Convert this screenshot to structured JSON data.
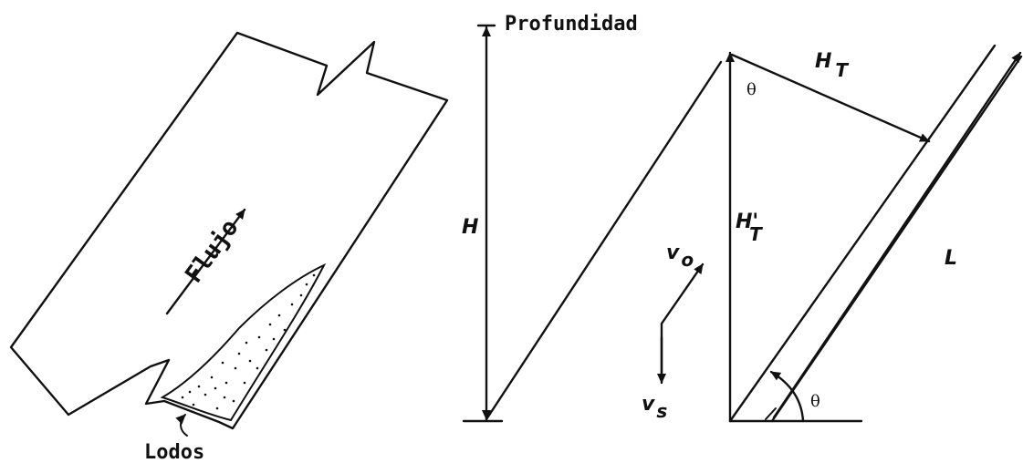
{
  "labels": {
    "profundidad": "Profundidad",
    "flujo": "Flujo",
    "lodos": "Lodos",
    "h": "H",
    "h_t": "H",
    "h_t_sub": "T",
    "h_t_prime": "H'",
    "h_t_prime_sub": "T",
    "l": "L",
    "theta": "θ",
    "v_o": "v",
    "v_o_sub": "o",
    "v_s": "v",
    "v_s_sub": "s"
  },
  "colors": {
    "ink": "#111111",
    "background": "#ffffff"
  }
}
